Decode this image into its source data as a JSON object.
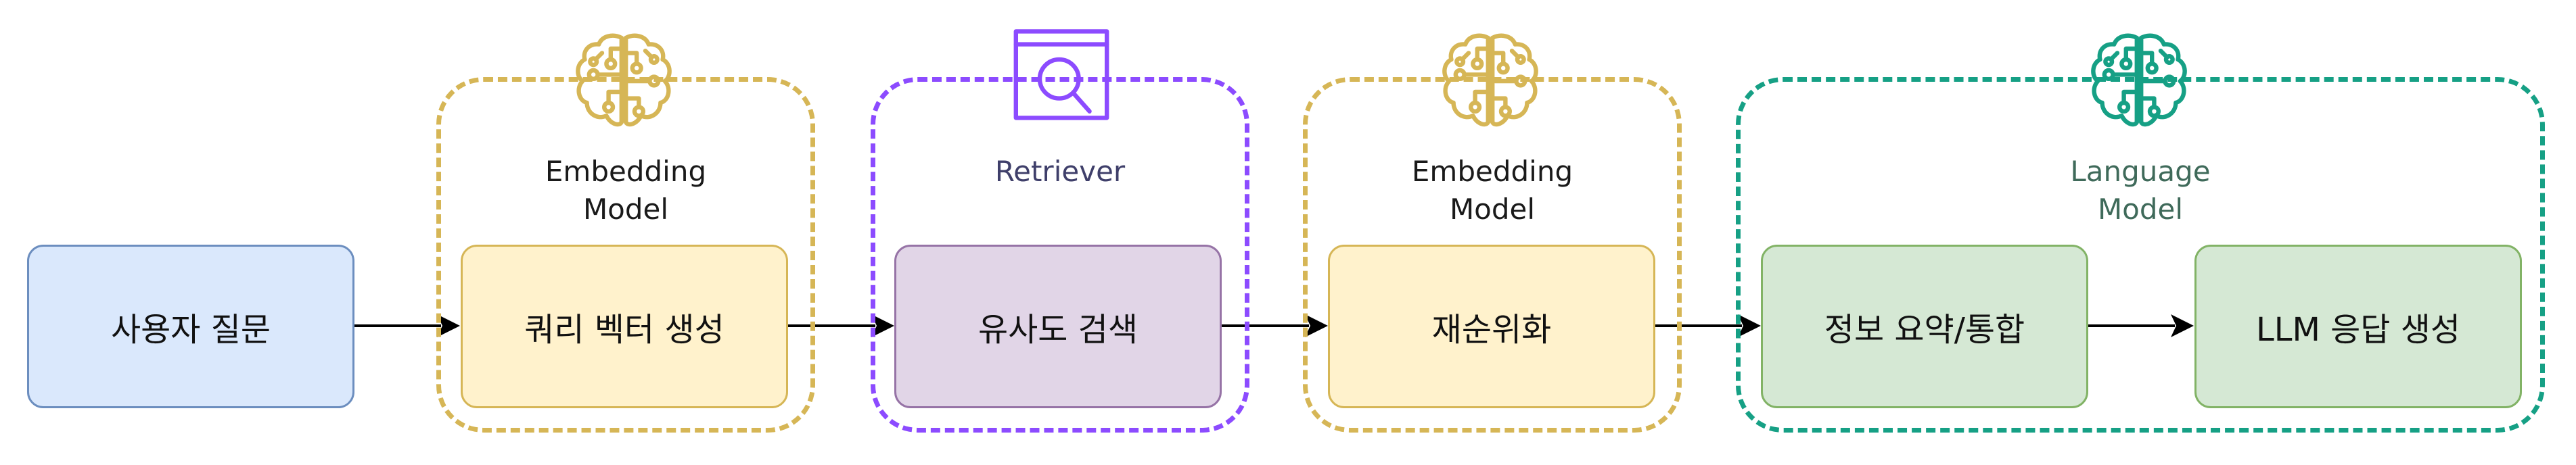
{
  "groups": [
    {
      "id": "embed1",
      "label": "Embedding\nModel",
      "icon": "brain-circuit-icon",
      "color": "#d6b656"
    },
    {
      "id": "retriever",
      "label": "Retriever",
      "icon": "search-document-icon",
      "color": "#8c4bff"
    },
    {
      "id": "embed2",
      "label": "Embedding\nModel",
      "icon": "brain-circuit-icon",
      "color": "#d6b656"
    },
    {
      "id": "language",
      "label": "Language\nModel",
      "icon": "brain-circuit-icon",
      "color": "#16a085"
    }
  ],
  "nodes": [
    {
      "id": "query",
      "label": "사용자 질문",
      "fill": "#dae8fc",
      "stroke": "#6c8ebf"
    },
    {
      "id": "vector",
      "label": "쿼리 벡터 생성",
      "fill": "#fff2cc",
      "stroke": "#d6b656"
    },
    {
      "id": "search",
      "label": "유사도 검색",
      "fill": "#e1d5e7",
      "stroke": "#9673a6"
    },
    {
      "id": "rerank",
      "label": "재순위화",
      "fill": "#fff2cc",
      "stroke": "#d6b656"
    },
    {
      "id": "summarize",
      "label": "정보 요약/통합",
      "fill": "#d5e8d4",
      "stroke": "#82b366"
    },
    {
      "id": "answer",
      "label": "LLM 응답 생성",
      "fill": "#d5e8d4",
      "stroke": "#82b366"
    }
  ],
  "edges": [
    {
      "from": "query",
      "to": "vector"
    },
    {
      "from": "vector",
      "to": "search"
    },
    {
      "from": "search",
      "to": "rerank"
    },
    {
      "from": "rerank",
      "to": "summarize"
    },
    {
      "from": "summarize",
      "to": "answer"
    }
  ]
}
